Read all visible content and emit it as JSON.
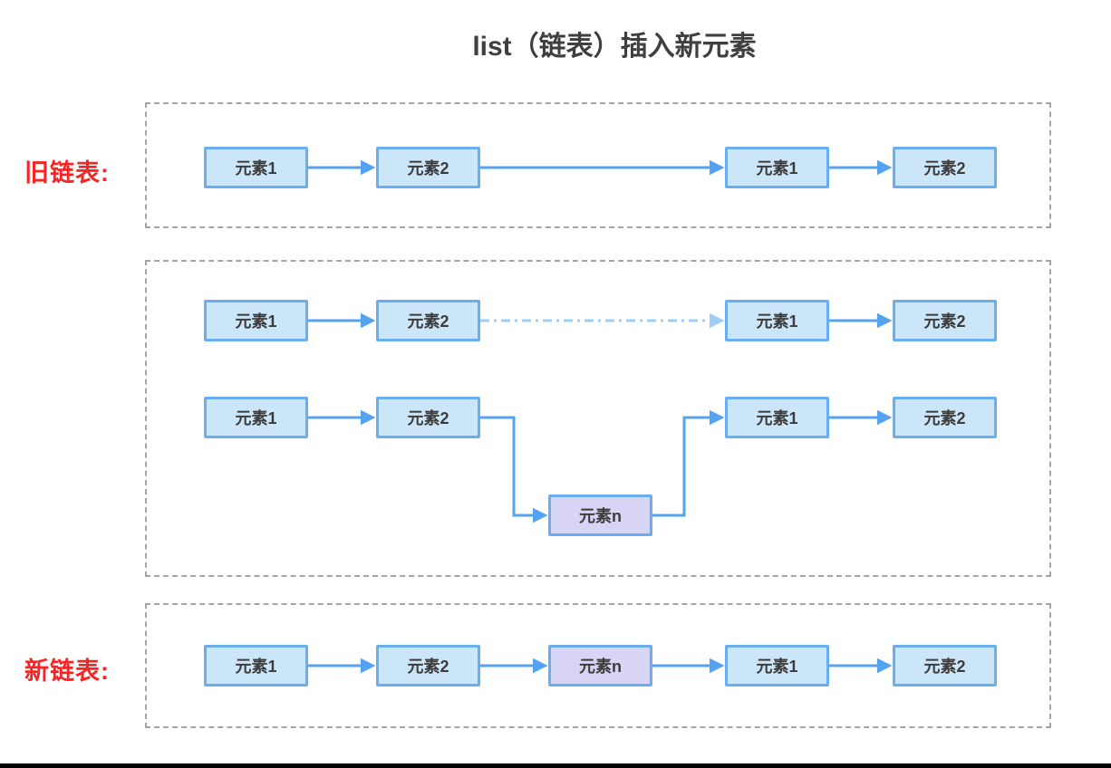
{
  "title": "list（链表）插入新元素",
  "colors": {
    "title_gray": "#3f3f3f",
    "label_red": "#f52525",
    "panel_border": "#a5a5a5",
    "box_fill": "#cce6f9",
    "box_border": "#6aaef2",
    "insert_fill": "#d8d4f5",
    "arrow": "#55a3f0",
    "arrow_light": "#9ecdf6"
  },
  "panels": {
    "old": {
      "label": "旧链表:",
      "nodes": [
        "元素1",
        "元素2",
        "元素1",
        "元素2"
      ]
    },
    "process": {
      "row1": [
        "元素1",
        "元素2",
        "元素1",
        "元素2"
      ],
      "row2": [
        "元素1",
        "元素2",
        "元素1",
        "元素2"
      ],
      "insert_node": "元素n"
    },
    "new": {
      "label": "新链表:",
      "nodes": [
        "元素1",
        "元素2",
        "元素n",
        "元素1",
        "元素2"
      ]
    }
  }
}
